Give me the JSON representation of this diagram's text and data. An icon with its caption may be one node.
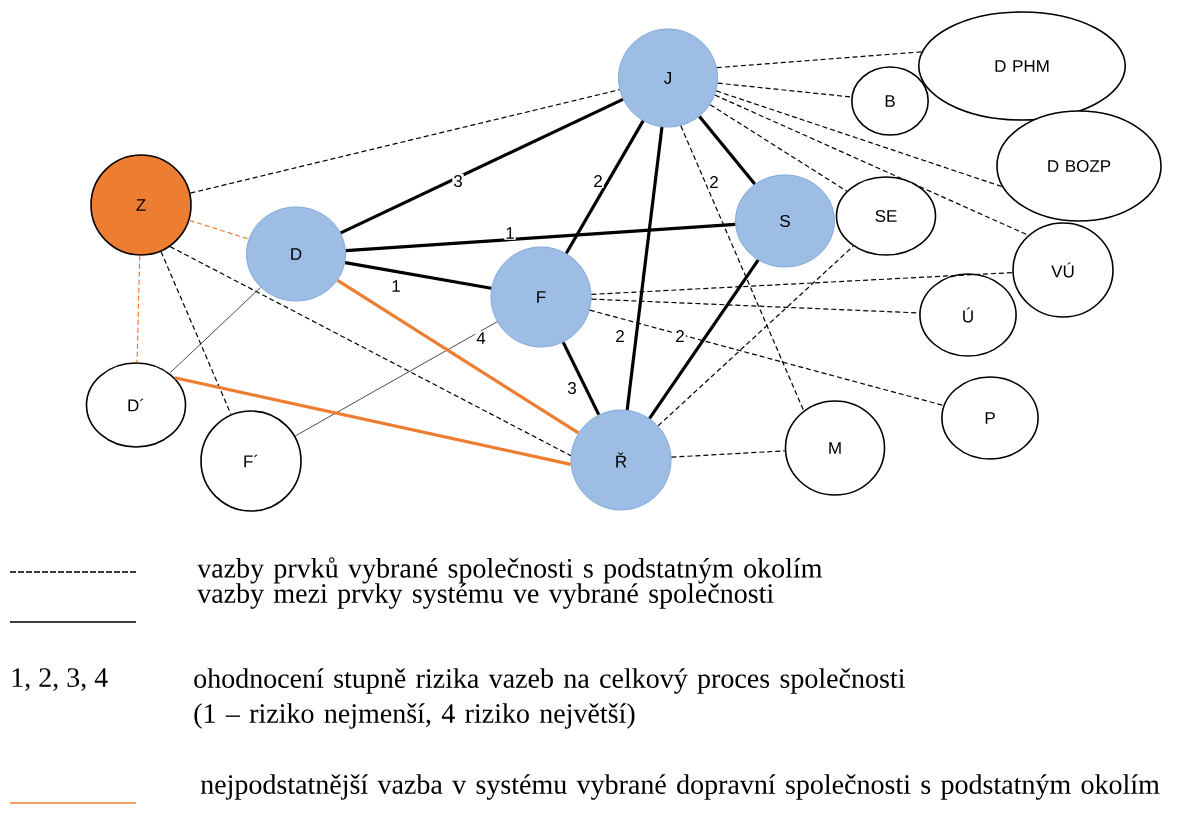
{
  "diagram": {
    "nodes": [
      {
        "text": [
          "Z"
        ]
      },
      {
        "text": [
          "J"
        ]
      },
      {
        "text": [
          "D"
        ]
      },
      {
        "text": [
          "F"
        ]
      },
      {
        "text": [
          "S"
        ]
      },
      {
        "text": [
          "Ř"
        ]
      },
      {
        "text": [
          "D´"
        ]
      },
      {
        "text": [
          "F´"
        ]
      },
      {
        "text": [
          "D PHM"
        ]
      },
      {
        "text": [
          "B"
        ]
      },
      {
        "text": [
          "D BOZP"
        ]
      },
      {
        "text": [
          "SE"
        ]
      },
      {
        "text": [
          "VÚ"
        ]
      },
      {
        "text": [
          "Ú"
        ]
      },
      {
        "text": [
          "M"
        ]
      },
      {
        "text": [
          "P"
        ]
      }
    ],
    "edges": [
      {
        "from": 0,
        "to": 1,
        "arrow": "none",
        "style": "dashed"
      },
      {
        "from": 0,
        "to": 2,
        "arrow": "none",
        "style": "dashed",
        "color": "#ed7d31"
      },
      {
        "from": 0,
        "to": 6,
        "arrow": "none",
        "style": "dashed",
        "color": "#ed7d31"
      },
      {
        "from": 0,
        "to": 7,
        "arrow": "none",
        "style": "dashed"
      },
      {
        "from": 0,
        "to": 5,
        "arrow": "none",
        "style": "dashed"
      },
      {
        "from": 2,
        "to": 1,
        "arrow": "none",
        "label": "3",
        "style": "thick"
      },
      {
        "from": 2,
        "to": 4,
        "arrow": "none",
        "label": "1",
        "style": "thick"
      },
      {
        "from": 2,
        "to": 3,
        "arrow": "none",
        "label": "1",
        "style": "thick"
      },
      {
        "from": 3,
        "to": 1,
        "arrow": "none",
        "label": "2",
        "style": "thick"
      },
      {
        "from": 1,
        "to": 4,
        "arrow": "none",
        "label": "2",
        "style": "thick"
      },
      {
        "from": 1,
        "to": 5,
        "arrow": "none",
        "label": "2",
        "style": "thick"
      },
      {
        "from": 4,
        "to": 5,
        "arrow": "none",
        "label": "2",
        "style": "thick"
      },
      {
        "from": 3,
        "to": 5,
        "arrow": "none",
        "label": "3",
        "style": "thick"
      },
      {
        "from": 3,
        "to": 7,
        "arrow": "none",
        "label": "4"
      },
      {
        "from": 2,
        "to": 6,
        "arrow": "none"
      },
      {
        "from": 2,
        "to": 5,
        "arrow": "none",
        "style": "thick",
        "color": "#ed7d31"
      },
      {
        "from": 6,
        "to": 5,
        "arrow": "none",
        "style": "thick",
        "color": "#ed7d31"
      },
      {
        "from": 1,
        "to": 8,
        "arrow": "none",
        "style": "dashed"
      },
      {
        "from": 1,
        "to": 9,
        "arrow": "none",
        "style": "dashed"
      },
      {
        "from": 1,
        "to": 10,
        "arrow": "none",
        "style": "dashed"
      },
      {
        "from": 1,
        "to": 12,
        "arrow": "none",
        "style": "dashed"
      },
      {
        "from": 1,
        "to": 11,
        "arrow": "none",
        "style": "dashed"
      },
      {
        "from": 1,
        "to": 14,
        "arrow": "none",
        "style": "dashed"
      },
      {
        "from": 3,
        "to": 12,
        "arrow": "none",
        "style": "dashed"
      },
      {
        "from": 3,
        "to": 13,
        "arrow": "none",
        "style": "dashed"
      },
      {
        "from": 3,
        "to": 15,
        "arrow": "none",
        "style": "dashed"
      },
      {
        "from": 5,
        "to": 11,
        "arrow": "none",
        "style": "dashed"
      },
      {
        "from": 5,
        "to": 14,
        "arrow": "none",
        "style": "dashed"
      }
    ],
    "labels": [
      "1, 2, 3, 4",
      "ohodnocení stupně rizika vazeb na celkový proces společnosti (1 – riziko nejmenší, 4 riziko největší)"
    ],
    "legend": [
      {
        "text": "vazby prvků vybrané společnosti s podstatným okolím"
      },
      {
        "text": "vazby mezi prvky systému ve vybrané společnosti"
      },
      {
        "text": "nejpodstatnější vazba v systému vybrané dopravní společnosti s podstatným okolím"
      }
    ]
  }
}
